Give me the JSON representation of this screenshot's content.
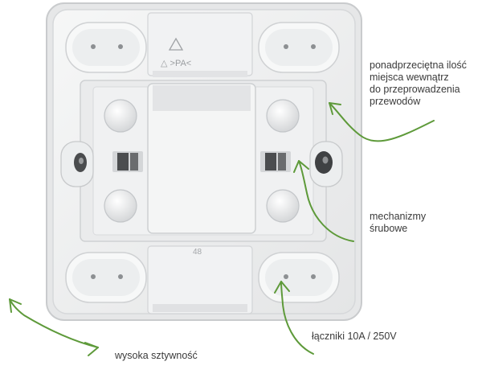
{
  "product": {
    "mold_mark": "△ >PA<",
    "cavity_number": "48"
  },
  "annotations": {
    "space": [
      "ponadprzeciętna ilość",
      "miejsca wewnątrz",
      "do przeprowadzenia",
      "przewodów"
    ],
    "screws": [
      "mechanizmy",
      "śrubowe"
    ],
    "connectors": "łączniki 10A / 250V",
    "rigidity": "wysoka sztywność"
  },
  "colors": {
    "body": "#eeeff0",
    "edge": "#c9cbcd",
    "arrow": "#5e9a3a",
    "text": "#3a3a3a"
  }
}
